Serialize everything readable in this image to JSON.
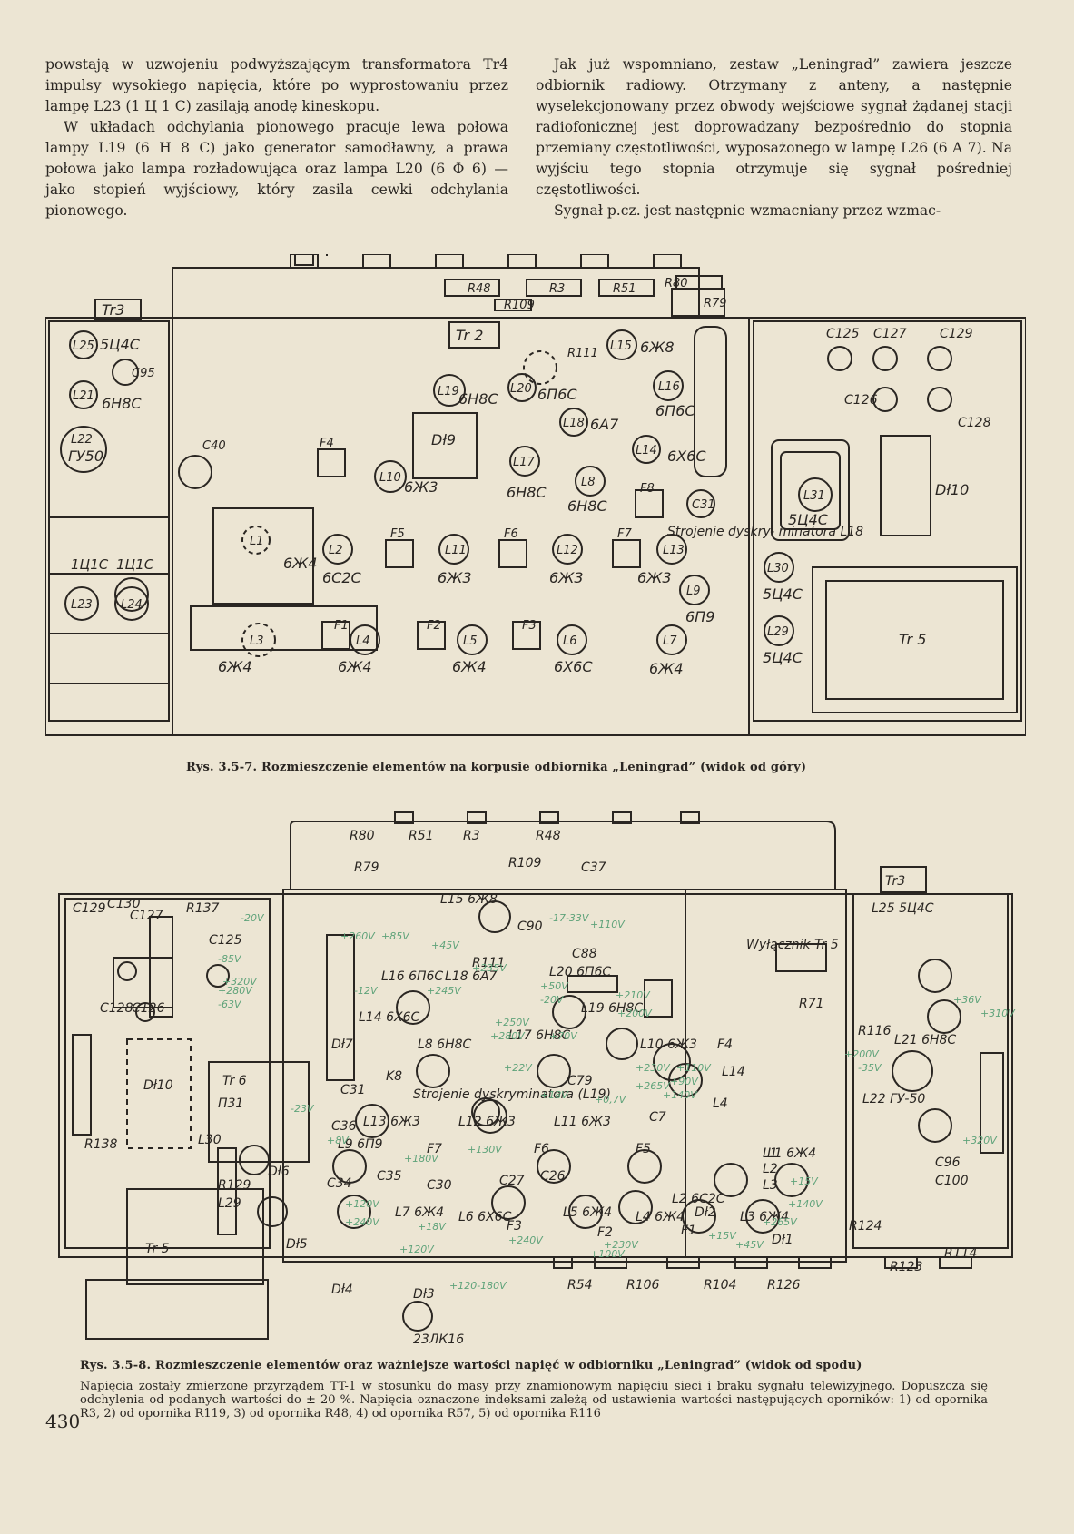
{
  "text": {
    "left_column": [
      "powstają w uzwojeniu podwyższającym transformatora Tr4 impulsy wysokiego napięcia, które po wyprostowaniu przez lampę L23 (1 Ц 1 C) zasilają anodę kineskopu.",
      "W układach odchylania pionowego pracuje lewa połowa lampy L19 (6 H 8 C) jako generator samodławny, a prawa połowa jako lampa rozładowująca oraz lampa L20 (6 Φ 6) — jako stopień wyjściowy, który zasila cewki odchylania pionowego."
    ],
    "right_column": [
      "Jak już wspomniano, zestaw „Leningrad” zawiera jeszcze odbiornik radiowy. Otrzymany z anteny, a następnie wyselekcjonowany przez obwody wejściowe sygnał żądanej stacji radiofonicznej jest doprowadzany bezpośrednio do stopnia przemiany częstotliwości, wyposażonego w lampę L26 (6 A 7). Na wyjściu tego stopnia otrzymuje się sygnał pośredniej częstotliwości.",
      "Sygnał p.cz. jest następnie wzmacniany przez wzmac-"
    ]
  },
  "figure1": {
    "caption": "Rys. 3.5-7. Rozmieszczenie elementów na korpusie odbiornika „Leningrad” (widok od góry)",
    "labels": {
      "tr3": "Tr3",
      "tr2": "Tr 2",
      "tr5": "Tr 5",
      "dl9": "Dł9",
      "dl10": "Dł10",
      "l25": "L25",
      "l25t": "5Ц4С",
      "c95": "C95",
      "l21": "L21",
      "l21t": "6H8C",
      "l22": "L22",
      "l22t": "ГУ50",
      "c40": "C40",
      "f4": "F4",
      "l19": "L19",
      "l19t": "6H8C",
      "l20": "L20",
      "l20t": "6П6С",
      "r111": "R111",
      "l15": "L15",
      "l15t": "6Ж8",
      "l16": "L16",
      "l16t": "6П6С",
      "l18": "L18",
      "l18t": "6A7",
      "l14": "L14",
      "l14t": "6X6C",
      "l17": "L17",
      "l17t": "6H8C",
      "l8": "L8",
      "l8t": "6H8C",
      "f8": "F8",
      "c31": "C31",
      "l10": "L10",
      "l10t": "6Ж3",
      "strojenie": "Strojenie dyskry- minatora L18",
      "l1": "L1",
      "l1t": "6Ж4",
      "l2": "L2",
      "l2t": "6C2C",
      "f5": "F5",
      "l11": "L11",
      "l11t": "6Ж3",
      "f6": "F6",
      "l12": "L12",
      "l12t": "6Ж3",
      "f7": "F7",
      "l13": "L13",
      "l13t": "6Ж3",
      "l9": "L9",
      "l9t": "6П9",
      "l23": "L23",
      "l24": "L24",
      "l23t": "1Ц1C",
      "l24t": "1Ц1C",
      "l3": "L3",
      "l3t": "6Ж4",
      "f1": "F1",
      "l4": "L4",
      "l4t": "6Ж4",
      "f2": "F2",
      "l5": "L5",
      "l5t": "6Ж4",
      "f3": "F3",
      "l6": "L6",
      "l6t": "6X6C",
      "l7": "L7",
      "l7t": "6Ж4",
      "l31": "L31",
      "l31t": "5Ц4С",
      "l30": "L30",
      "l30t": "5Ц4С",
      "l29": "L29",
      "l29t": "5Ц4С",
      "c125": "C125",
      "c127": "C127",
      "c129": "C129",
      "c126": "C126",
      "c128": "C128",
      "r48": "R48",
      "r3": "R3",
      "r51": "R51",
      "r80": "R80",
      "r109": "R109",
      "r79": "R79"
    }
  },
  "figure2": {
    "caption": "Rys. 3.5-8. Rozmieszczenie elementów oraz ważniejsze wartości napięć w odbiorniku „Leningrad” (widok od spodu)",
    "labels": {
      "c129": "C129",
      "c130": "C130",
      "c127": "C127",
      "r137": "R137",
      "c125": "C125",
      "c128": "C128",
      "c126": "C126",
      "dl10": "Dł10",
      "tr6": "Tr 6",
      "p31": "П31",
      "r138": "R138",
      "l30": "L30",
      "r129": "R129",
      "l29": "L29",
      "tr5": "Tr 5",
      "dl6": "Dł6",
      "dl5": "Dł5",
      "dl4": "Dł4",
      "dl3": "Dł3",
      "kin": "23ЛК16",
      "r80": "R80",
      "r51": "R51",
      "r3": "R3",
      "r48": "R48",
      "r79": "R79",
      "r109": "R109",
      "c37": "C37",
      "l15": "L15 6Ж8",
      "c90": "C90",
      "r111": "R111",
      "c88": "C88",
      "l20": "L20 6П6С",
      "l16": "L16 6П6С",
      "l18": "L18 6A7",
      "l19": "L19 6H8C",
      "l14": "L14 6X6C",
      "dl7": "Dł7",
      "l8": "L8 6H8C",
      "l17": "L17 6H8C",
      "l10": "L10 6Ж3",
      "f4": "F4",
      "l14b": "L14",
      "k8": "K8",
      "c31": "C31",
      "strojenie": "Strojenie dyskryminatora (L19)",
      "c79": "C79",
      "c36": "C36",
      "l9": "L9 6П9",
      "l13": "L13 6Ж3",
      "l12": "L12 6Ж3",
      "l11": "L11 6Ж3",
      "c7": "C7",
      "l4": "L4",
      "c34": "C34",
      "c35": "C35",
      "c30": "C30",
      "f7": "F7",
      "l17b": "L17",
      "f6": "F6",
      "l16b": "L16",
      "f5": "F5",
      "l15b": "L15",
      "l1": "L1",
      "l2": "L2",
      "l3": "L3",
      "l2b": "L2 6C2C",
      "dl2": "Dł2",
      "l7": "L7 6Ж4",
      "l6": "L6 6X6C",
      "c27": "C27",
      "c26": "C26",
      "l5": "L5 6Ж4",
      "f3": "F3",
      "l4b": "L4 6Ж4",
      "f2": "F2",
      "l9b": "L9",
      "f1": "F1",
      "l8b": "L8",
      "l1b": "L1 6Ж4",
      "l3b": "L3 6Ж4",
      "dl1": "Dł1",
      "wylacznik": "Wyłącznik Tr 5",
      "tr3": "Tr3",
      "l25": "L25 5Ц4С",
      "r71": "R71",
      "r116": "R116",
      "l21": "L21 6H8C",
      "l22": "L22 ГУ-50",
      "c96": "C96",
      "c100": "C100",
      "r124": "R124",
      "r123": "R123",
      "r114": "R114",
      "r54": "R54",
      "r106": "R106",
      "r104": "R104",
      "r126": "R126"
    },
    "voltages": [
      "-20V",
      "-85V",
      "+320V",
      "+280V",
      "-63V",
      "+260V",
      "+85V",
      "+45V",
      "+235V",
      "-12V",
      "+245V",
      "-17-33V",
      "+110V",
      "+50V",
      "-20V",
      "+210V",
      "+200V",
      "+250V",
      "+280V",
      "+22V",
      "+70V",
      "+230V",
      "+265V",
      "+140V",
      "+18V",
      "+0,7V",
      "+110V",
      "+90V",
      "+130V",
      "+180V",
      "+120V",
      "+240V",
      "+18V",
      "+120V",
      "+240V",
      "+230V",
      "+15V",
      "+140V",
      "+265V",
      "+45V",
      "+15V",
      "+100V",
      "+320V",
      "+36V",
      "+310V",
      "+200V",
      "-35V",
      "+120-180V",
      "+8V",
      "-23V"
    ]
  },
  "note": "Napięcia zostały zmierzone przyrządem TT-1 w stosunku do masy przy znamionowym napięciu sieci i braku sygnału telewizyjnego. Dopuszcza się odchylenia od podanych wartości do ± 20 %. Napięcia oznaczone indeksami zależą od ustawienia wartości następujących oporników: 1) od opornika R3, 2) od opornika R119, 3) od opornika R48, 4) od opornika R57, 5) od opornika R116",
  "page_number": "430",
  "colors": {
    "paper": "#ece5d3",
    "ink": "#2a2622",
    "voltage_ink": "#5fa37a"
  }
}
